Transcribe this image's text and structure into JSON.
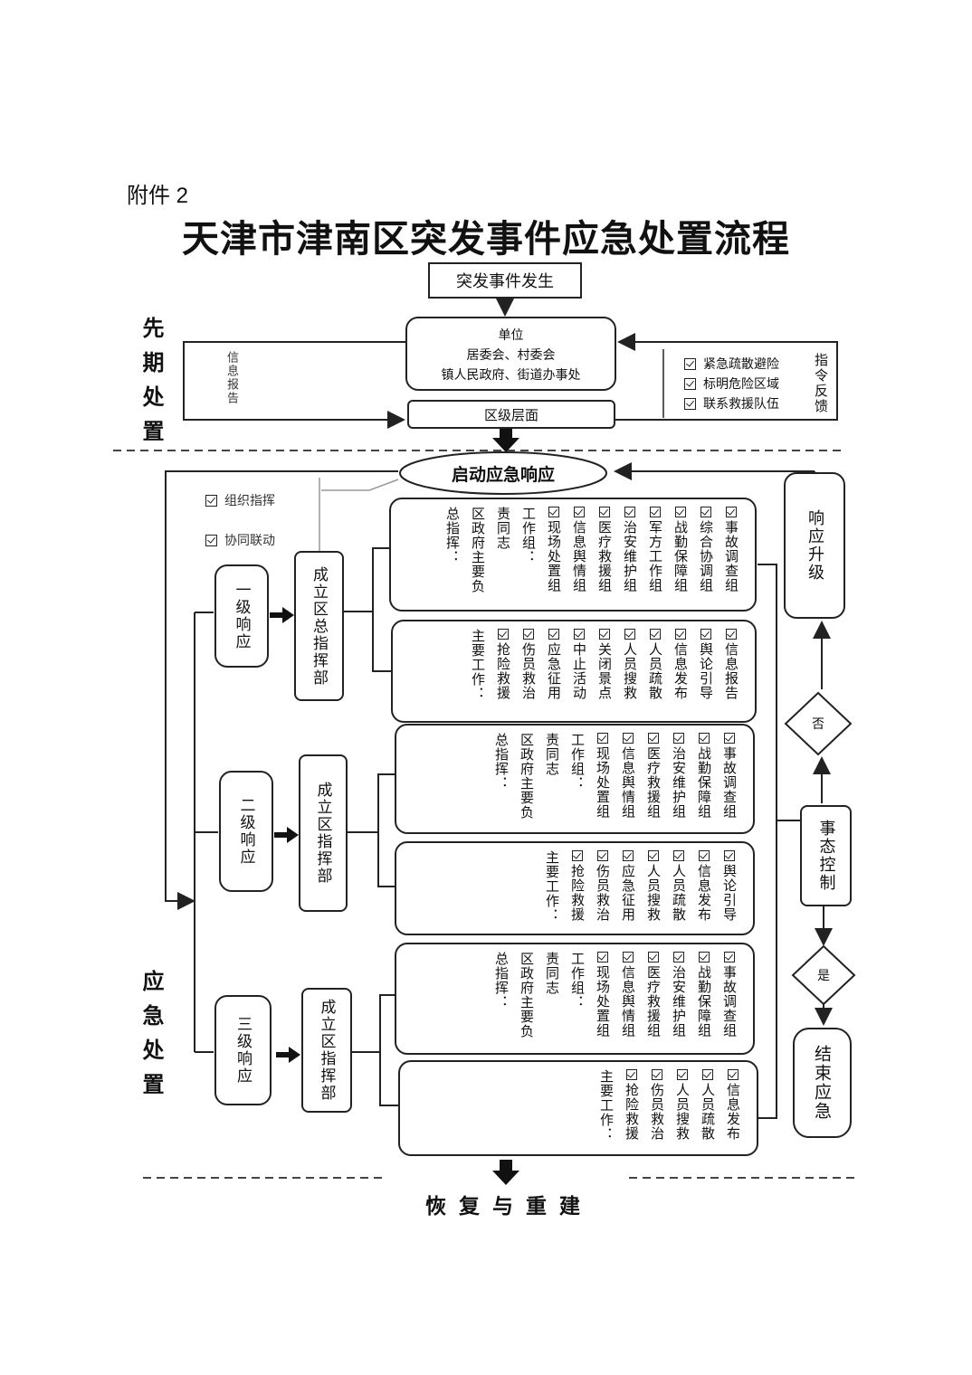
{
  "attachment_label": "附件 2",
  "title": "天津市津南区突发事件应急处置流程",
  "sections": {
    "early": "先期处置",
    "emergency": "应急处置"
  },
  "top": {
    "event": "突发事件发生",
    "unit_line1": "单位",
    "unit_line2": "居委会、村委会",
    "unit_line3": "镇人民政府、街道办事处",
    "district": "区级层面",
    "info_report": "信息报告",
    "command_feedback": "指令反馈",
    "actions": [
      "紧急疏散避险",
      "标明危险区域",
      "联系救援队伍"
    ]
  },
  "launch": "启动应急响应",
  "coordination": [
    "组织指挥",
    "协同联动"
  ],
  "levels": [
    {
      "level": "一级响应",
      "hq": "成立区总指挥部",
      "top_cols": [
        "总指挥：",
        "区政府主要负",
        "责同志",
        "工作组：",
        "现场处置组",
        "信息舆情组",
        "医疗救援组",
        "治安维护组",
        "军方工作组",
        "战勤保障组",
        "综合协调组",
        "事故调查组"
      ],
      "top_checked": [
        false,
        false,
        false,
        false,
        true,
        true,
        true,
        true,
        true,
        true,
        true,
        true
      ],
      "bottom_cols": [
        "主要工作：",
        "抢险救援",
        "伤员救治",
        "应急征用",
        "中止活动",
        "关闭景点",
        "人员搜救",
        "人员疏散",
        "信息发布",
        "舆论引导",
        "信息报告"
      ],
      "bottom_checked": [
        false,
        true,
        true,
        true,
        true,
        true,
        true,
        true,
        true,
        true,
        true
      ]
    },
    {
      "level": "二级响应",
      "hq": "成立区指挥部",
      "top_cols": [
        "总指挥：",
        "区政府主要负",
        "责同志",
        "工作组：",
        "现场处置组",
        "信息舆情组",
        "医疗救援组",
        "治安维护组",
        "战勤保障组",
        "事故调查组"
      ],
      "top_checked": [
        false,
        false,
        false,
        false,
        true,
        true,
        true,
        true,
        true,
        true
      ],
      "bottom_cols": [
        "主要工作：",
        "抢险救援",
        "伤员救治",
        "应急征用",
        "人员搜救",
        "人员疏散",
        "信息发布",
        "舆论引导"
      ],
      "bottom_checked": [
        false,
        true,
        true,
        true,
        true,
        true,
        true,
        true
      ]
    },
    {
      "level": "三级响应",
      "hq": "成立区指挥部",
      "top_cols": [
        "总指挥：",
        "区政府主要负",
        "责同志",
        "工作组：",
        "现场处置组",
        "信息舆情组",
        "医疗救援组",
        "治安维护组",
        "战勤保障组",
        "事故调查组"
      ],
      "top_checked": [
        false,
        false,
        false,
        false,
        true,
        true,
        true,
        true,
        true,
        true
      ],
      "bottom_cols": [
        "主要工作：",
        "抢险救援",
        "伤员救治",
        "人员搜救",
        "人员疏散",
        "信息发布"
      ],
      "bottom_checked": [
        false,
        true,
        true,
        true,
        true,
        true
      ]
    }
  ],
  "right": {
    "upgrade": "响应升级",
    "no": "否",
    "control": "事态控制",
    "yes": "是",
    "end": "结束应急"
  },
  "bottom": "恢复与重建"
}
